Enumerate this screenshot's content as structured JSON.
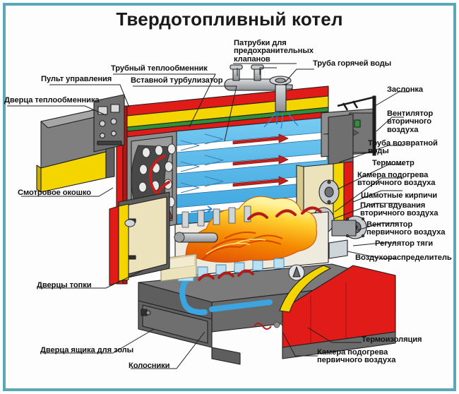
{
  "page": {
    "title": "Твердотопливный котел",
    "frame_color": "#5aa7b8",
    "background": "#ffffff"
  },
  "palette": {
    "body_gray": "#8b8b8b",
    "dark_gray": "#555555",
    "red": "#e01b18",
    "yellow": "#f5d500",
    "water_blue": "#4fb4e8",
    "flame_orange": "#f29000",
    "flame_yellow": "#ffd93b",
    "insulation_cream": "#ece3bd",
    "pipe_steel": "#b9bcbe",
    "green_accent": "#2f8f3a",
    "leader_line": "#2b2b2b"
  },
  "labels": {
    "heat_exchanger_door": "Дверца теплообменника",
    "control_panel": "Пульт управления",
    "tube_heat_exchanger": "Трубный теплообменник",
    "insert_turbulator": "Вставной турбулизатор",
    "safety_valve_nozzles": "Патрубки для\nпредохранительных\nклапанов",
    "hot_water_pipe": "Труба горячей воды",
    "damper": "Заслонка",
    "secondary_air_fan": "Вентилятор\nвторичного\nвоздуха",
    "return_water_pipe": "Труба возвратной\nводы",
    "thermometer": "Термометр",
    "secondary_air_heating_chamber": "Камера подогрева\nвторичного воздуха",
    "fireclay_bricks": "Шамотные кирпичи",
    "secondary_air_blow_plates": "Плиты вдувания\nвторичного воздуха",
    "primary_air_fan": "Вентилятор\nпервичного воздуха",
    "draft_regulator": "Регулятор тяги",
    "air_distributor": "Воздухораспределитель",
    "viewing_window": "Смотровое окошко",
    "firebox_doors": "Дверцы топки",
    "ash_box_door": "Дверца ящика для золы",
    "grates": "Колосники",
    "thermal_insulation": "Термоизоляция",
    "primary_air_heating_chamber": "Камера подогрева\nпервичного воздуха"
  }
}
